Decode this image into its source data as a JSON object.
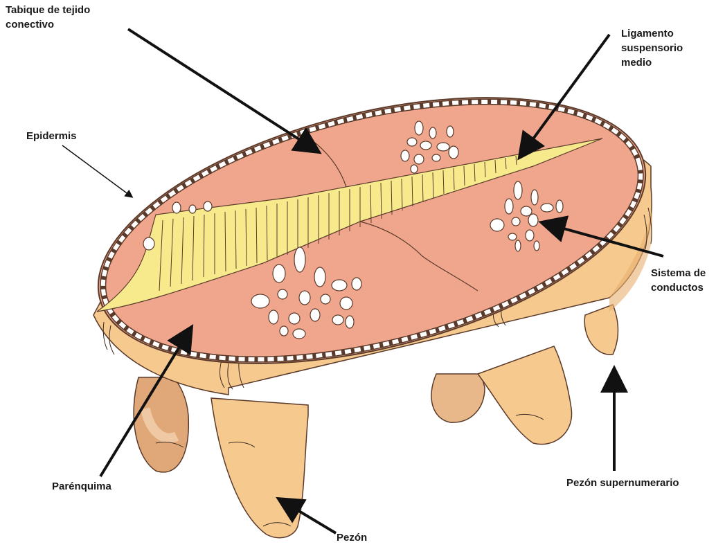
{
  "labels": {
    "tabique": "Tabique de tejido\nconectivo",
    "ligamento": "Ligamento\nsuspensorio\nmedio",
    "epidermis": "Epidermis",
    "sistema": "Sistema de\nconductos",
    "parenquima": "Parénquima",
    "supernumerario": "Pezón supernumerario",
    "pezon": "Pezón"
  },
  "colors": {
    "udder": "#f6c98e",
    "udder_shadow": "#e8b070",
    "cut_surface": "#f0a68c",
    "ligament": "#f7ea8c",
    "skin_cells": "#ffffff",
    "outline": "#5a3a2a",
    "arrow": "#111111"
  }
}
